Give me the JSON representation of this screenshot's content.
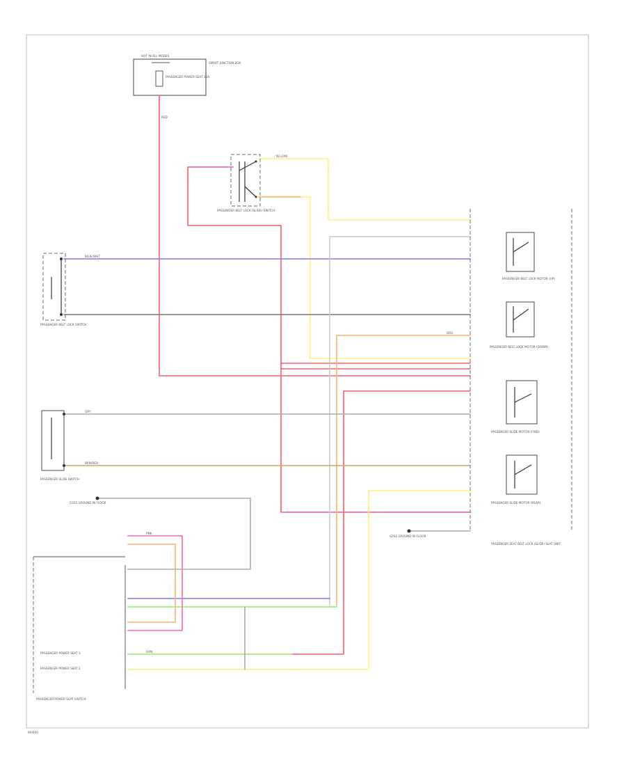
{
  "colors": {
    "red": "#ff5a6e",
    "blue": "#7a7aff",
    "yellow": "#fff27a",
    "orange": "#ffb070",
    "gray": "#aaaaaa",
    "darkgray": "#777777",
    "green": "#88ee66",
    "pink": "#ff66aa",
    "brown": "#d2a060",
    "lightgray": "#cccccc"
  },
  "labels": {
    "fuse_box_header": "HOT IN ALL MODES",
    "fuse_box_name": "SMART JUNCTION BOX",
    "fuse_label": "PASSENGER POWER SEAT 30A",
    "lumbar_switch": "PASSENGER BELT LOCK (SLIDE) SWITCH",
    "belt_switch_unit": "PASSENGER BELT LOCK SWITCH",
    "slide_switch_unit": "PASSENGER SLIDE SWITCH",
    "motor_1": "PASSENGER BELT LOCK MOTOR (UP)",
    "motor_2": "PASSENGER BELT LOCK MOTOR (DOWN)",
    "motor_3": "PASSENGER SLIDE MOTOR (FWD)",
    "motor_4": "PASSENGER SLIDE MOTOR (REAR)",
    "seat_unit": "PASSENGER SEAT BELT LOCK (SLIDE) SEAT UNIT",
    "ground_1": "G201 GROUND IN FLOOR",
    "ground_2": "G202 GROUND IN FLOOR",
    "seat_switch": "PASSENGER POWER SEAT SWITCH",
    "connector_1": "PASSENGER POWER SEAT 1",
    "connector_2": "PASSENGER POWER SEAT 2",
    "page_code": "W0000"
  },
  "wires": {
    "red": "RED",
    "yellow": "YELLOW",
    "blue": "BLUE/WHT",
    "gray": "GRY",
    "brown": "BRN/RED",
    "green": "GRN",
    "pink": "PNK",
    "orange": "ORG"
  }
}
